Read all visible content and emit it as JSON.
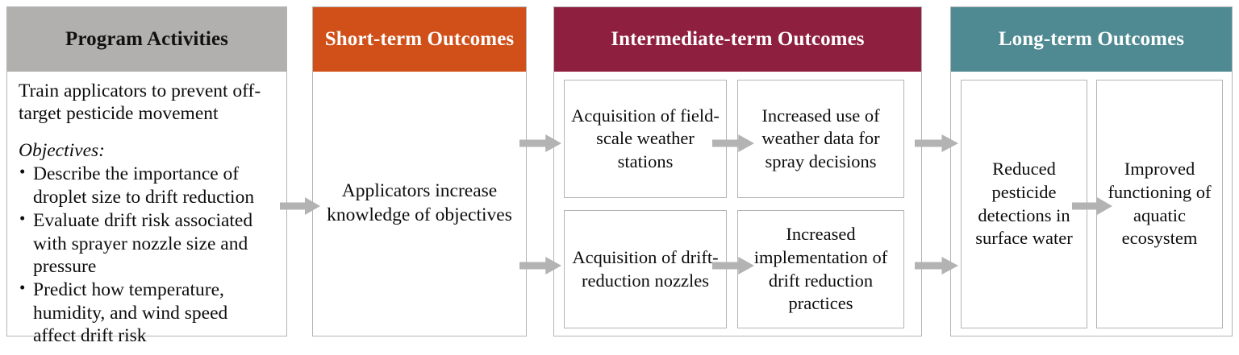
{
  "diagram": {
    "title": "Pesticide Applicator Training Logic Model",
    "colors": {
      "program_activities_header": "#b2b0ae",
      "short_term_header": "#d1501a",
      "intermediate_term_header": "#8e1f3f",
      "long_term_header": "#4f8a92",
      "box_border": "#b4b4b4",
      "arrow_fill": "#b3b3b3",
      "text": "#0d0d0d"
    }
  },
  "columns": {
    "program_activities": {
      "header": "Program Activities",
      "intro": "Train applicators to prevent off-target pesticide movement",
      "objectives_label": "Objectives:",
      "objectives": [
        "Describe the importance of droplet size to drift reduction",
        "Evaluate drift risk associated with sprayer nozzle size and pressure",
        "Predict how temperature, humidity, and wind speed affect drift risk"
      ]
    },
    "short_term": {
      "header": "Short-term Outcomes",
      "outcome": "Applicators increase knowledge of objectives"
    },
    "intermediate_term": {
      "header": "Intermediate-term Outcomes",
      "boxes": [
        "Acquisition of field-scale weather stations",
        "Increased use of weather data for spray decisions",
        "Acquisition of drift-reduction nozzles",
        "Increased implementation of drift reduction practices"
      ]
    },
    "long_term": {
      "header": "Long-term Outcomes",
      "boxes": [
        "Reduced pesticide detections in surface water",
        "Improved functioning of aquatic ecosystem"
      ]
    }
  },
  "arrows": [
    {
      "name": "activities-to-short-term",
      "direction": "right"
    },
    {
      "name": "short-term-to-weather-stations",
      "direction": "right"
    },
    {
      "name": "short-term-to-nozzles",
      "direction": "right"
    },
    {
      "name": "weather-stations-to-weather-data",
      "direction": "right"
    },
    {
      "name": "nozzles-to-drift-practices",
      "direction": "right"
    },
    {
      "name": "weather-data-to-reduced-detections",
      "direction": "right"
    },
    {
      "name": "drift-practices-to-reduced-detections",
      "direction": "right"
    },
    {
      "name": "reduced-detections-to-improved-ecosystem",
      "direction": "right"
    }
  ]
}
